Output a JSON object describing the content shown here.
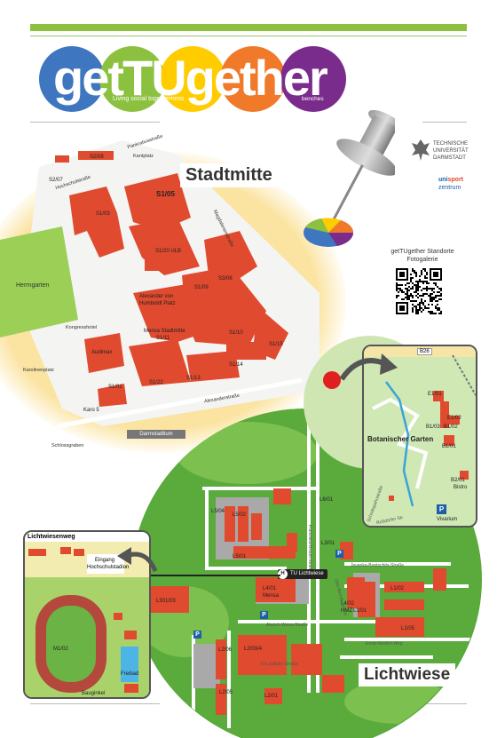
{
  "header": {
    "logo_word": "getTUgether",
    "logo_letters": [
      "g",
      "e",
      "t",
      "T",
      "U",
      "g",
      "e",
      "t",
      "h",
      "e",
      "r"
    ],
    "tagline": "Living social togetherness",
    "benches": "benches",
    "circle_colors": [
      "#3f76c0",
      "#8bc13f",
      "#ffcc00",
      "#f07a2a",
      "#7a2c8c"
    ]
  },
  "institution": {
    "tu_lines": [
      "TECHNISCHE",
      "UNIVERSITÄT",
      "DARMSTADT"
    ],
    "unisport_a": "uni",
    "unisport_b": "sport",
    "unisport_c": "zentrum"
  },
  "qr": {
    "title_1": "getTUgether Standorte",
    "title_2": "Fotogalerie"
  },
  "stadtmitte": {
    "title": "Stadtmitte",
    "streets": [
      "Pankratiusstraße",
      "Kantplatz",
      "Hochschulstraße",
      "Magdalenenstraße",
      "Alexanderstraße",
      "Darmstadtium",
      "Schlossgraben",
      "Karolinenplatz",
      "Herrngarten",
      "Kongresshotel"
    ],
    "buildings": [
      "S2/08",
      "S2/07",
      "S1/03",
      "S1/05",
      "S1/20 ULB",
      "S3/06",
      "S1/09",
      "Alexander von",
      "Humboldt Platz",
      "Mensa Stadtmitte",
      "S1/11",
      "S1/10",
      "S1/15",
      "Audimax",
      "S1/22",
      "S1/13",
      "S1/14",
      "S1/01",
      "Karo 5"
    ]
  },
  "botanic": {
    "road": "B26",
    "title": "Botanischer Garten",
    "labels": [
      "E1/01",
      "E1/02",
      "B1/01",
      "B1/02",
      "B1/03",
      "B2/01",
      "Bistro",
      "Vivarium"
    ],
    "streets": [
      "Schnittspahnstraße",
      "Roßdörfer Str."
    ]
  },
  "lichtwiese": {
    "title": "Lichtwiese",
    "buildings": [
      "L6/01",
      "L5/04",
      "L5/02",
      "L5/01",
      "L3/01",
      "L4/01",
      "Mensa",
      "L4/02",
      "HMZ",
      "L1/01",
      "L1/02",
      "L1/05",
      "L301/03",
      "L2/06",
      "L2/03/4",
      "L2/05",
      "L2/01"
    ],
    "streets": [
      "Otto-Berndt-Straße",
      "Franziska-Braun-Straße",
      "Jovanka-Bontschits-Straße",
      "Alarich-Weiss-Straße",
      "Ernst-Neufert-Weg",
      "El-Lissitzky-Straße"
    ],
    "tram": "TU Lichtwiese",
    "tram_letter": "H",
    "parking": "P"
  },
  "inset": {
    "title": "Lichtwiesenweg",
    "labels": [
      "Eingang",
      "Hochschulstadion",
      "M1/02",
      "Bauginkel",
      "Freibad"
    ]
  }
}
